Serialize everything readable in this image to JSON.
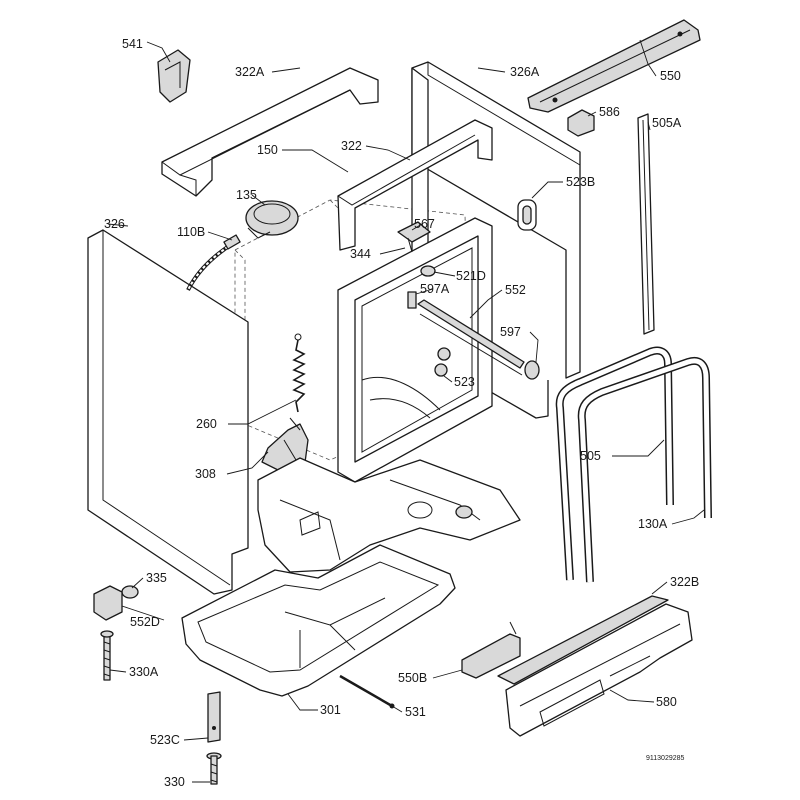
{
  "labels": {
    "l541": "541",
    "l322a": "322A",
    "l326a": "326A",
    "l550": "550",
    "l586": "586",
    "l505a": "505A",
    "l150": "150",
    "l322": "322",
    "l135": "135",
    "l523b": "523B",
    "l326": "326",
    "l110b": "110B",
    "l567": "567",
    "l344": "344",
    "l521d": "521D",
    "l597a": "597A",
    "l552": "552",
    "l597": "597",
    "l523": "523",
    "l260": "260",
    "l505": "505",
    "l308": "308",
    "l130a": "130A",
    "l335": "335",
    "l552d": "552D",
    "l322b": "322B",
    "l330a": "330A",
    "l550b": "550B",
    "l580": "580",
    "l301": "301",
    "l531": "531",
    "l523c": "523C",
    "l330": "330"
  },
  "reference": "9113029285"
}
